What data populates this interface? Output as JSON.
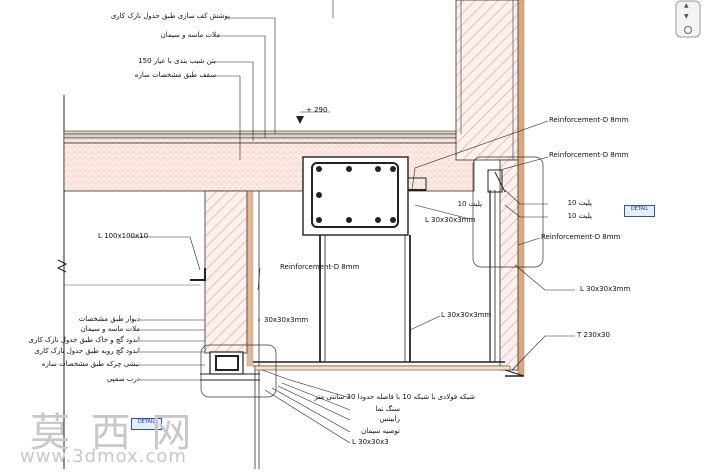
{
  "labels": {
    "elev": "+ 290",
    "fin_floor": "پوشش کف سازی طبق جدول نازک کاری",
    "sand_cement_1": "ملات ماسه و سیمان",
    "light_conc": "بتن شیب بندی با عیار 150",
    "slab": "سقف طبق مشخصات سازه",
    "reinf1": "Reinforcement-D 8mm",
    "reinf2": "Reinforcement-D 8mm",
    "reinf3": "Reinforcement-D 8mm",
    "reinf4": "Reinforcement-D 8mm",
    "plate1": "پلیت 10",
    "plate2": "پلیت 10",
    "plate3": "پلیت 10",
    "angle30_a": "L 30x30x3mm",
    "angle30_b": "L 30x30x3mm",
    "angle30_c": "L 30x30x3mm",
    "angle100": "L 100x100x10",
    "angle30_d": "30x30x3mm",
    "tee": "T 230x30",
    "wall": "دیوار طبق مشخصات",
    "sand_cement_2": "ملات ماسه و سیمان",
    "plaster1": "اندود گچ و خاک طبق جدول نازک کاری",
    "plaster2": "اندود گچ رویه طبق جدول نازک کاری",
    "lintel": "نبشی چرکه طبق مشخصات سازه",
    "door": "درب سمپی",
    "grating": "شبکه فولادی با شبکه 10 با فاصله حدودا 30 سانتی متر",
    "stone": "سنگ نما",
    "spacer": "رابیتس",
    "mortar": "توصیه سیمان",
    "angle30_e": "L 30x30x3"
  },
  "tags": [
    "DETAIL",
    "DETAIL"
  ],
  "watermark": {
    "cn": "莫 西 网",
    "url": "www.3dmox.com"
  },
  "nav": {
    "up": "▲",
    "down": "▼"
  },
  "colors": {
    "hatch": "#f0a0a0",
    "concrete": "#fbe9e2",
    "wood": "#b5651d",
    "tag": "#2b54b8"
  }
}
